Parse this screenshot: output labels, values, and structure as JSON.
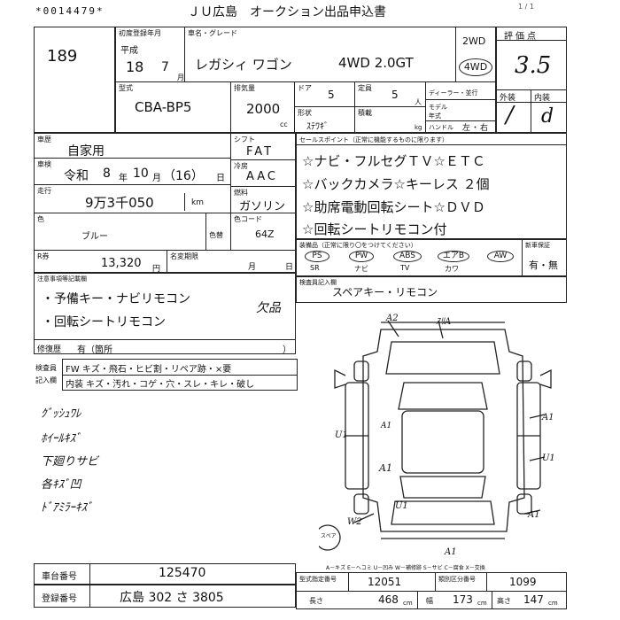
{
  "header": {
    "serial": "*0014479*",
    "title": "ＪＵ広島　オークション出品申込書",
    "corner": "1 / 1"
  },
  "lot": {
    "number": "189"
  },
  "first_reg": {
    "label": "初度登録年月",
    "era": "平成",
    "year": "18",
    "month": "7",
    "month_unit": "月"
  },
  "car": {
    "label": "車名・グレード",
    "name": "レガシィ ワゴン",
    "grade": "4WD  2.0GT"
  },
  "drive": {
    "two": "2WD",
    "four": "4WD"
  },
  "score": {
    "label": "評価点",
    "value": "3.5",
    "ext_label": "外装",
    "int_label": "内装",
    "ext": "/",
    "int": "d"
  },
  "model": {
    "label": "型式",
    "value": "CBA-BP5"
  },
  "displacement": {
    "label": "排気量",
    "value": "2000",
    "unit": "cc"
  },
  "doors": {
    "label": "ドア",
    "value": "5"
  },
  "capacity": {
    "label": "定員",
    "value": "5",
    "unit": "人"
  },
  "dealer": {
    "label": "ディーラー・並行"
  },
  "model_year": {
    "label": "モデル年式"
  },
  "handle": {
    "label": "ハンドル",
    "left": "左",
    "right": "右"
  },
  "shape": {
    "label": "形状",
    "value": "ｽﾃﾜｷﾞ"
  },
  "loading": {
    "label": "積載",
    "unit": "kg"
  },
  "usage": {
    "label": "車歴",
    "value": "自家用"
  },
  "inspection": {
    "label": "車検",
    "era": "令和",
    "year": "8",
    "year_unit": "年",
    "month": "10",
    "month_unit": "月",
    "day": "（16）",
    "day_unit": "日"
  },
  "mileage": {
    "label": "走行",
    "value": "9万3千050",
    "unit": "km"
  },
  "shift": {
    "label": "シフト",
    "value": "FAT"
  },
  "ac": {
    "label": "冷房",
    "value": "AAC"
  },
  "fuel": {
    "label": "燃料",
    "value": "ガソリン"
  },
  "color": {
    "label": "色",
    "value": "ブルー",
    "label2": "色替",
    "code_label": "色コード",
    "code": "64Z"
  },
  "recycle": {
    "label": "R券",
    "value": "13,320",
    "unit": "円"
  },
  "tax": {
    "label": "名変期限",
    "month": "月",
    "day": "日"
  },
  "selling_points": {
    "label": "セールスポイント（正常に機能するものに限ります）",
    "lines": [
      "☆ナビ・フルセグＴＶ☆ＥＴＣ",
      "☆バックカメラ☆キーレス ２個",
      "☆助席電動回転シート☆ＤＶＤ",
      "☆回転シートリモコン付"
    ]
  },
  "equipment": {
    "label": "装備品（正常に限り〇をつけてください）",
    "items": [
      {
        "code": "PS",
        "sub": "SR"
      },
      {
        "code": "PW",
        "sub": "ナビ"
      },
      {
        "code": "ABS",
        "sub": "TV"
      },
      {
        "code": "エアB",
        "sub": "カワ"
      },
      {
        "code": "AW",
        "sub": ""
      }
    ],
    "new_label": "新車保証",
    "new_value": "有・無"
  },
  "notes": {
    "label": "注意事項等記載欄",
    "items": [
      "・予備キー・ナビリモコン",
      "・回転シートリモコン"
    ],
    "side": "欠品",
    "repair_label": "修復歴",
    "repair_value": "有（箇所"
  },
  "remarks": {
    "label": "検査員記入欄",
    "value": "スペアキー・リモコン"
  },
  "inspector": {
    "label1": "検査員",
    "label2": "記入欄",
    "fw": "FW キズ・飛石・ヒビ割・リペア跡・×要",
    "interior": "内装 キズ・汚れ・コゲ・穴・スレ・キレ・破し"
  },
  "handwritten": [
    "ｸﾞｯｼｭﾜﾚ",
    "ﾎｲｰﾙｷｽﾞ",
    "下廻りサビ",
    "各ｷｽﾞ凹",
    "ﾄﾞｱﾐﾗｰｷｽﾞ"
  ],
  "diagram": {
    "marks": [
      "A2",
      "ｽﾘA",
      "A1",
      "A1",
      "U1",
      "U1",
      "A1",
      "U1",
      "W2",
      "A1",
      "A1",
      "スペア"
    ],
    "legend": "A－キズ  E－ヘコミ  U－凹み  W－補修跡  S－サビ  C－腐食  X－交換"
  },
  "chassis": {
    "label": "車台番号",
    "value": "125470"
  },
  "plate": {
    "label": "登録番号",
    "value": "広島 302 さ 3805"
  },
  "specs": {
    "model_code_label": "型式指定番号",
    "model_code": "12051",
    "class_code_label": "類別区分番号",
    "class_code": "1099",
    "length_label": "長さ",
    "length": "468",
    "width_label": "幅",
    "width": "173",
    "height_label": "高さ",
    "height": "147",
    "unit": "cm"
  }
}
